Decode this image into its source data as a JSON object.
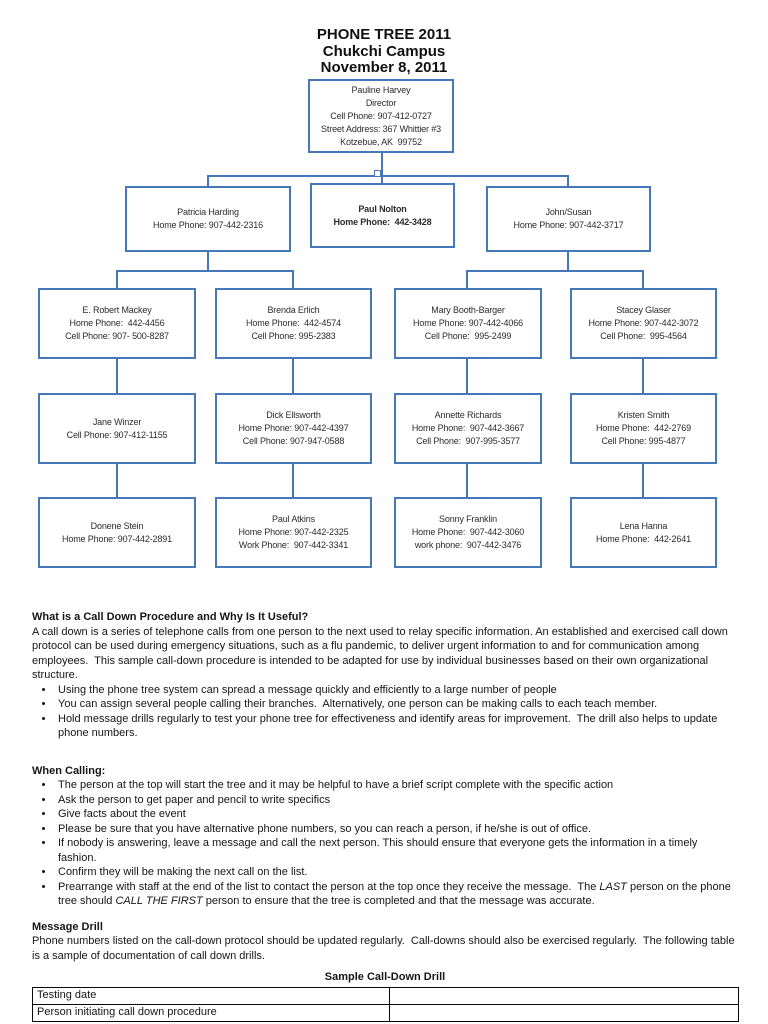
{
  "title": {
    "line1": "PHONE TREE 2011",
    "line2": "Chukchi Campus",
    "line3": "November 8, 2011"
  },
  "colors": {
    "chart_accent": "#4677b8",
    "table_border": "#0a0a0a",
    "text": "#1c1c1c"
  },
  "chart": {
    "nodes": {
      "pauline": {
        "lines": [
          "Pauline Harvey",
          "Director",
          "Cell Phone: 907-412-0727",
          "Street Address: 367 Whittier #3",
          "Kotzebue, AK  99752"
        ]
      },
      "patricia": {
        "lines": [
          "Patricia Harding",
          "Home Phone: 907-442-2316"
        ]
      },
      "nolton": {
        "lines": [
          "Paul Nolton",
          "Home Phone:  442-3428"
        ]
      },
      "johnsusan": {
        "lines": [
          "John/Susan",
          "Home Phone: 907-442-3717"
        ]
      },
      "mackey": {
        "lines": [
          "E. Robert Mackey",
          "Home Phone:  442-4456",
          "Cell Phone: 907- 500-8287"
        ]
      },
      "brenda": {
        "lines": [
          "Brenda Erlich",
          "Home Phone:  442-4574",
          "Cell Phone: 995-2383"
        ]
      },
      "mary": {
        "lines": [
          "Mary Booth-Barger",
          "Home Phone: 907-442-4066",
          "Cell Phone:  995-2499"
        ]
      },
      "stacey": {
        "lines": [
          "Stacey Glaser",
          "Home Phone: 907-442-3072",
          "Cell Phone:  995-4564"
        ]
      },
      "jane": {
        "lines": [
          "Jane Winzer",
          "Cell Phone: 907-412-1155"
        ]
      },
      "dick": {
        "lines": [
          "Dick Ellsworth",
          "Home Phone: 907-442-4397",
          "Cell Phone: 907-947-0588"
        ]
      },
      "annette": {
        "lines": [
          "Annette Richards",
          "Home Phone:  907-442-3667",
          "Cell Phone:  907-995-3577"
        ]
      },
      "kristen": {
        "lines": [
          "Kristen Smith",
          "Home Phone:  442-2769",
          "Cell Phone: 995-4877"
        ]
      },
      "donene": {
        "lines": [
          "Donene Stein",
          "Home Phone: 907-442-2891"
        ]
      },
      "atkins": {
        "lines": [
          "Paul Atkins",
          "Home Phone: 907-442-2325",
          "Work Phone:  907-442-3341"
        ]
      },
      "sonny": {
        "lines": [
          "Sonny Franklin",
          "Home Phone:  907-442-3060",
          "work phone:  907-442-3476"
        ]
      },
      "lena": {
        "lines": [
          "Lena Hanna",
          "Home Phone:  442-2641"
        ]
      }
    }
  },
  "sections": {
    "what_is": {
      "heading": "What is a Call Down Procedure and Why Is It Useful?",
      "body": "A call down is a series of telephone calls from one person to the next used to relay specific information. An established and exercised call down protocol can be used during emergency situations, such as a flu pandemic, to deliver urgent information to and for communication among employees.  This sample call-down procedure is intended to be adapted for use by individual businesses based on their own organizational structure.",
      "bullets": [
        "Using the phone tree system can spread a message quickly and efficiently to a large number of people",
        "You can assign several people calling their branches.  Alternatively, one person can be making calls to each teach member.",
        "Hold message drills regularly to test your phone tree for effectiveness and identify areas for improvement.  The drill also helps to update phone numbers."
      ]
    },
    "when_calling": {
      "heading": "When Calling:",
      "bullets": [
        "The person at the top will start the tree and it may be helpful to have a brief script complete with the specific action",
        "Ask the person to get paper and pencil to write specifics",
        "Give facts about the event",
        "Please be sure that you have alternative phone numbers, so you can reach a person, if he/she is out of office.",
        "If nobody is answering, leave a message and call the next person. This should ensure that everyone gets the information in a timely fashion.",
        "Confirm they will be making the next call on the list."
      ],
      "prearrange": {
        "pre": "Prearrange with staff at the end of the list to contact the person at the top once they receive the message.  The ",
        "italic1": "LAST",
        "mid": " person on the phone tree should ",
        "italic2": "CALL THE FIRST",
        "post": " person to ensure that the tree is completed and that the message was accurate."
      }
    },
    "message_drill": {
      "heading": "Message Drill",
      "body": "Phone numbers listed on the call-down protocol should be updated regularly.  Call-downs should also be exercised regularly.  The following table is a sample of documentation of call down drills."
    },
    "drill_table": {
      "title": "Sample Call-Down Drill",
      "rows": [
        {
          "label": "Testing date",
          "value": ""
        },
        {
          "label": "Person initiating call down procedure",
          "value": ""
        }
      ]
    }
  }
}
